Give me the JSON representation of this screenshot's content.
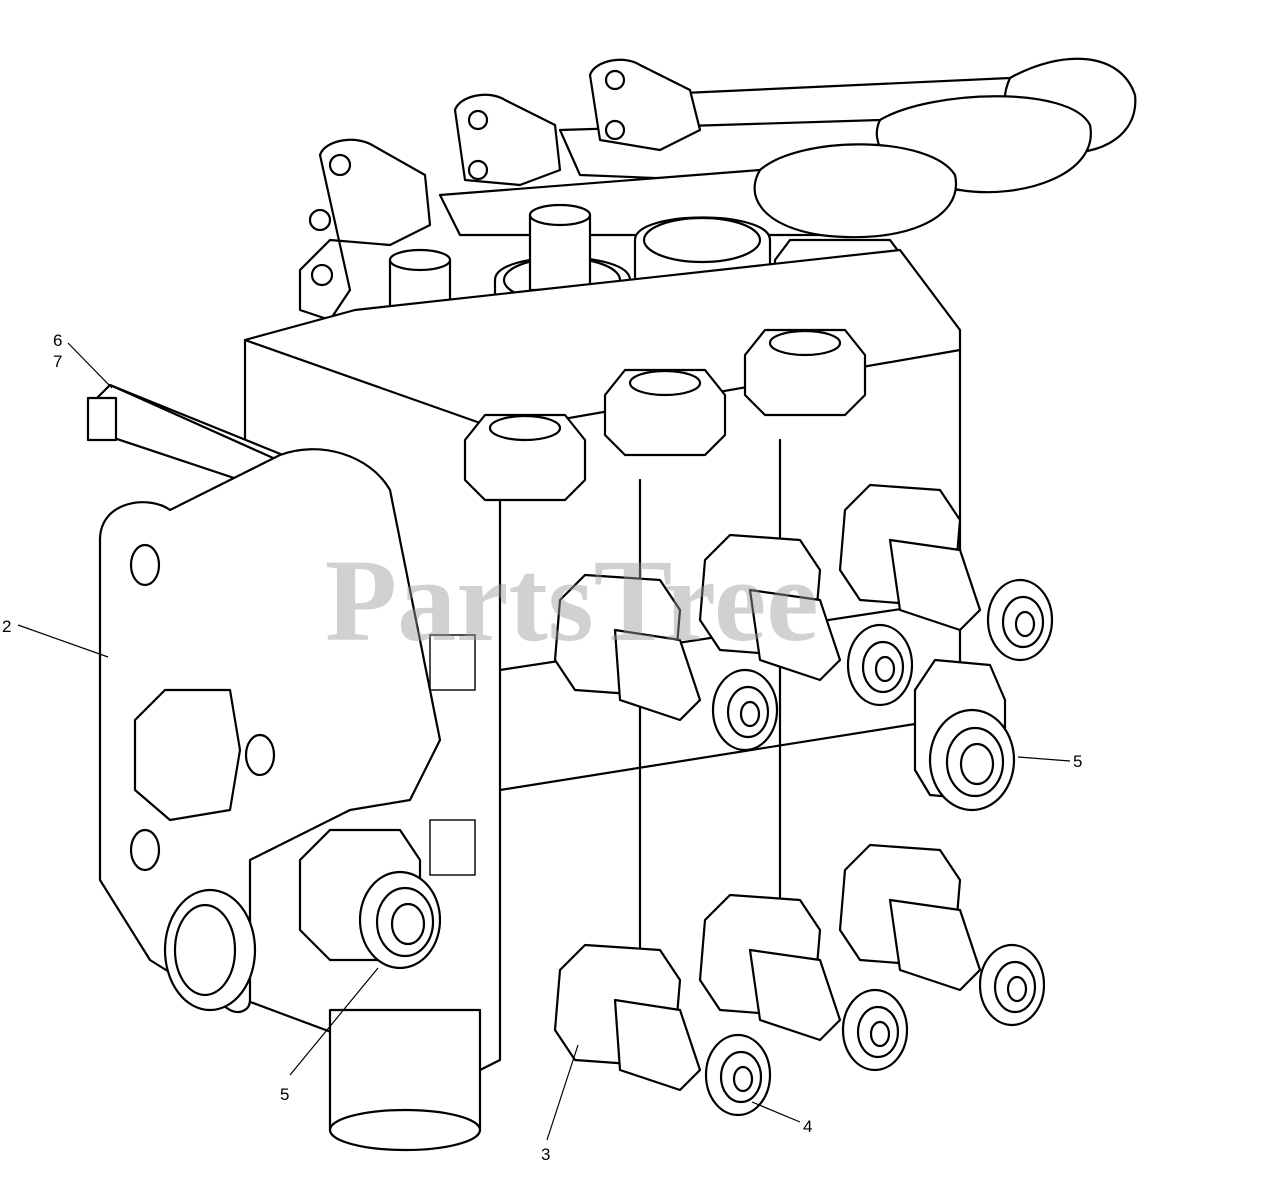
{
  "watermark": {
    "text": "PartsTree"
  },
  "callouts": [
    {
      "id": "c6",
      "label": "6"
    },
    {
      "id": "c7",
      "label": "7"
    },
    {
      "id": "c2",
      "label": "2"
    },
    {
      "id": "c5a",
      "label": "5"
    },
    {
      "id": "c5b",
      "label": "5"
    },
    {
      "id": "c3",
      "label": "3"
    },
    {
      "id": "c4",
      "label": "4"
    }
  ]
}
